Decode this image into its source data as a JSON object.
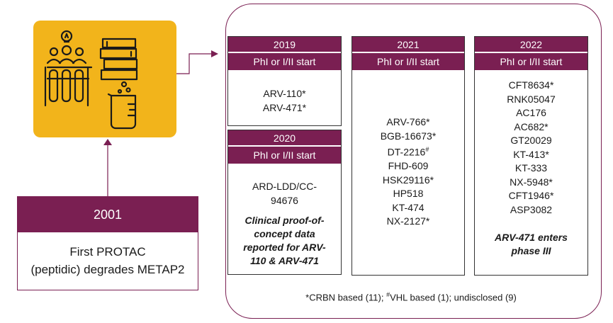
{
  "milestone_2001": {
    "year": "2001",
    "line1": "First PROTAC",
    "line2": "(peptidic) degrades METAP2"
  },
  "columns": {
    "c2019": {
      "year": "2019",
      "phase": "PhI or I/II start",
      "items": [
        "ARV-110*",
        "ARV-471*"
      ]
    },
    "c2020": {
      "year": "2020",
      "phase": "PhI or I/II start",
      "items": [
        "ARD-LDD/CC-",
        "94676"
      ],
      "note_lines": [
        "Clinical proof-of-",
        "concept data",
        "reported for ARV-",
        "110 & ARV-471"
      ]
    },
    "c2021": {
      "year": "2021",
      "phase": "PhI or I/II start",
      "items": [
        "ARV-766*",
        "BGB-16673*",
        "DT-2216",
        "FHD-609",
        "HSK29116*",
        "HP518",
        "KT-474",
        "NX-2127*"
      ],
      "dt_suffix": "#"
    },
    "c2022": {
      "year": "2022",
      "phase": "PhI or I/II start",
      "items": [
        "CFT8634*",
        "RNK05047",
        "AC176",
        "AC682*",
        "GT20029",
        "KT-413*",
        "KT-333",
        "NX-5948*",
        "CFT1946*",
        "ASP3082"
      ],
      "note_lines": [
        "ARV-471 enters",
        "phase III"
      ]
    }
  },
  "footnote": {
    "part1": "*CRBN based (11); ",
    "hash": "#",
    "part2": "VHL based (1); undisclosed (9)"
  },
  "colors": {
    "maroon": "#7a1f52",
    "gold": "#f2b41b"
  }
}
